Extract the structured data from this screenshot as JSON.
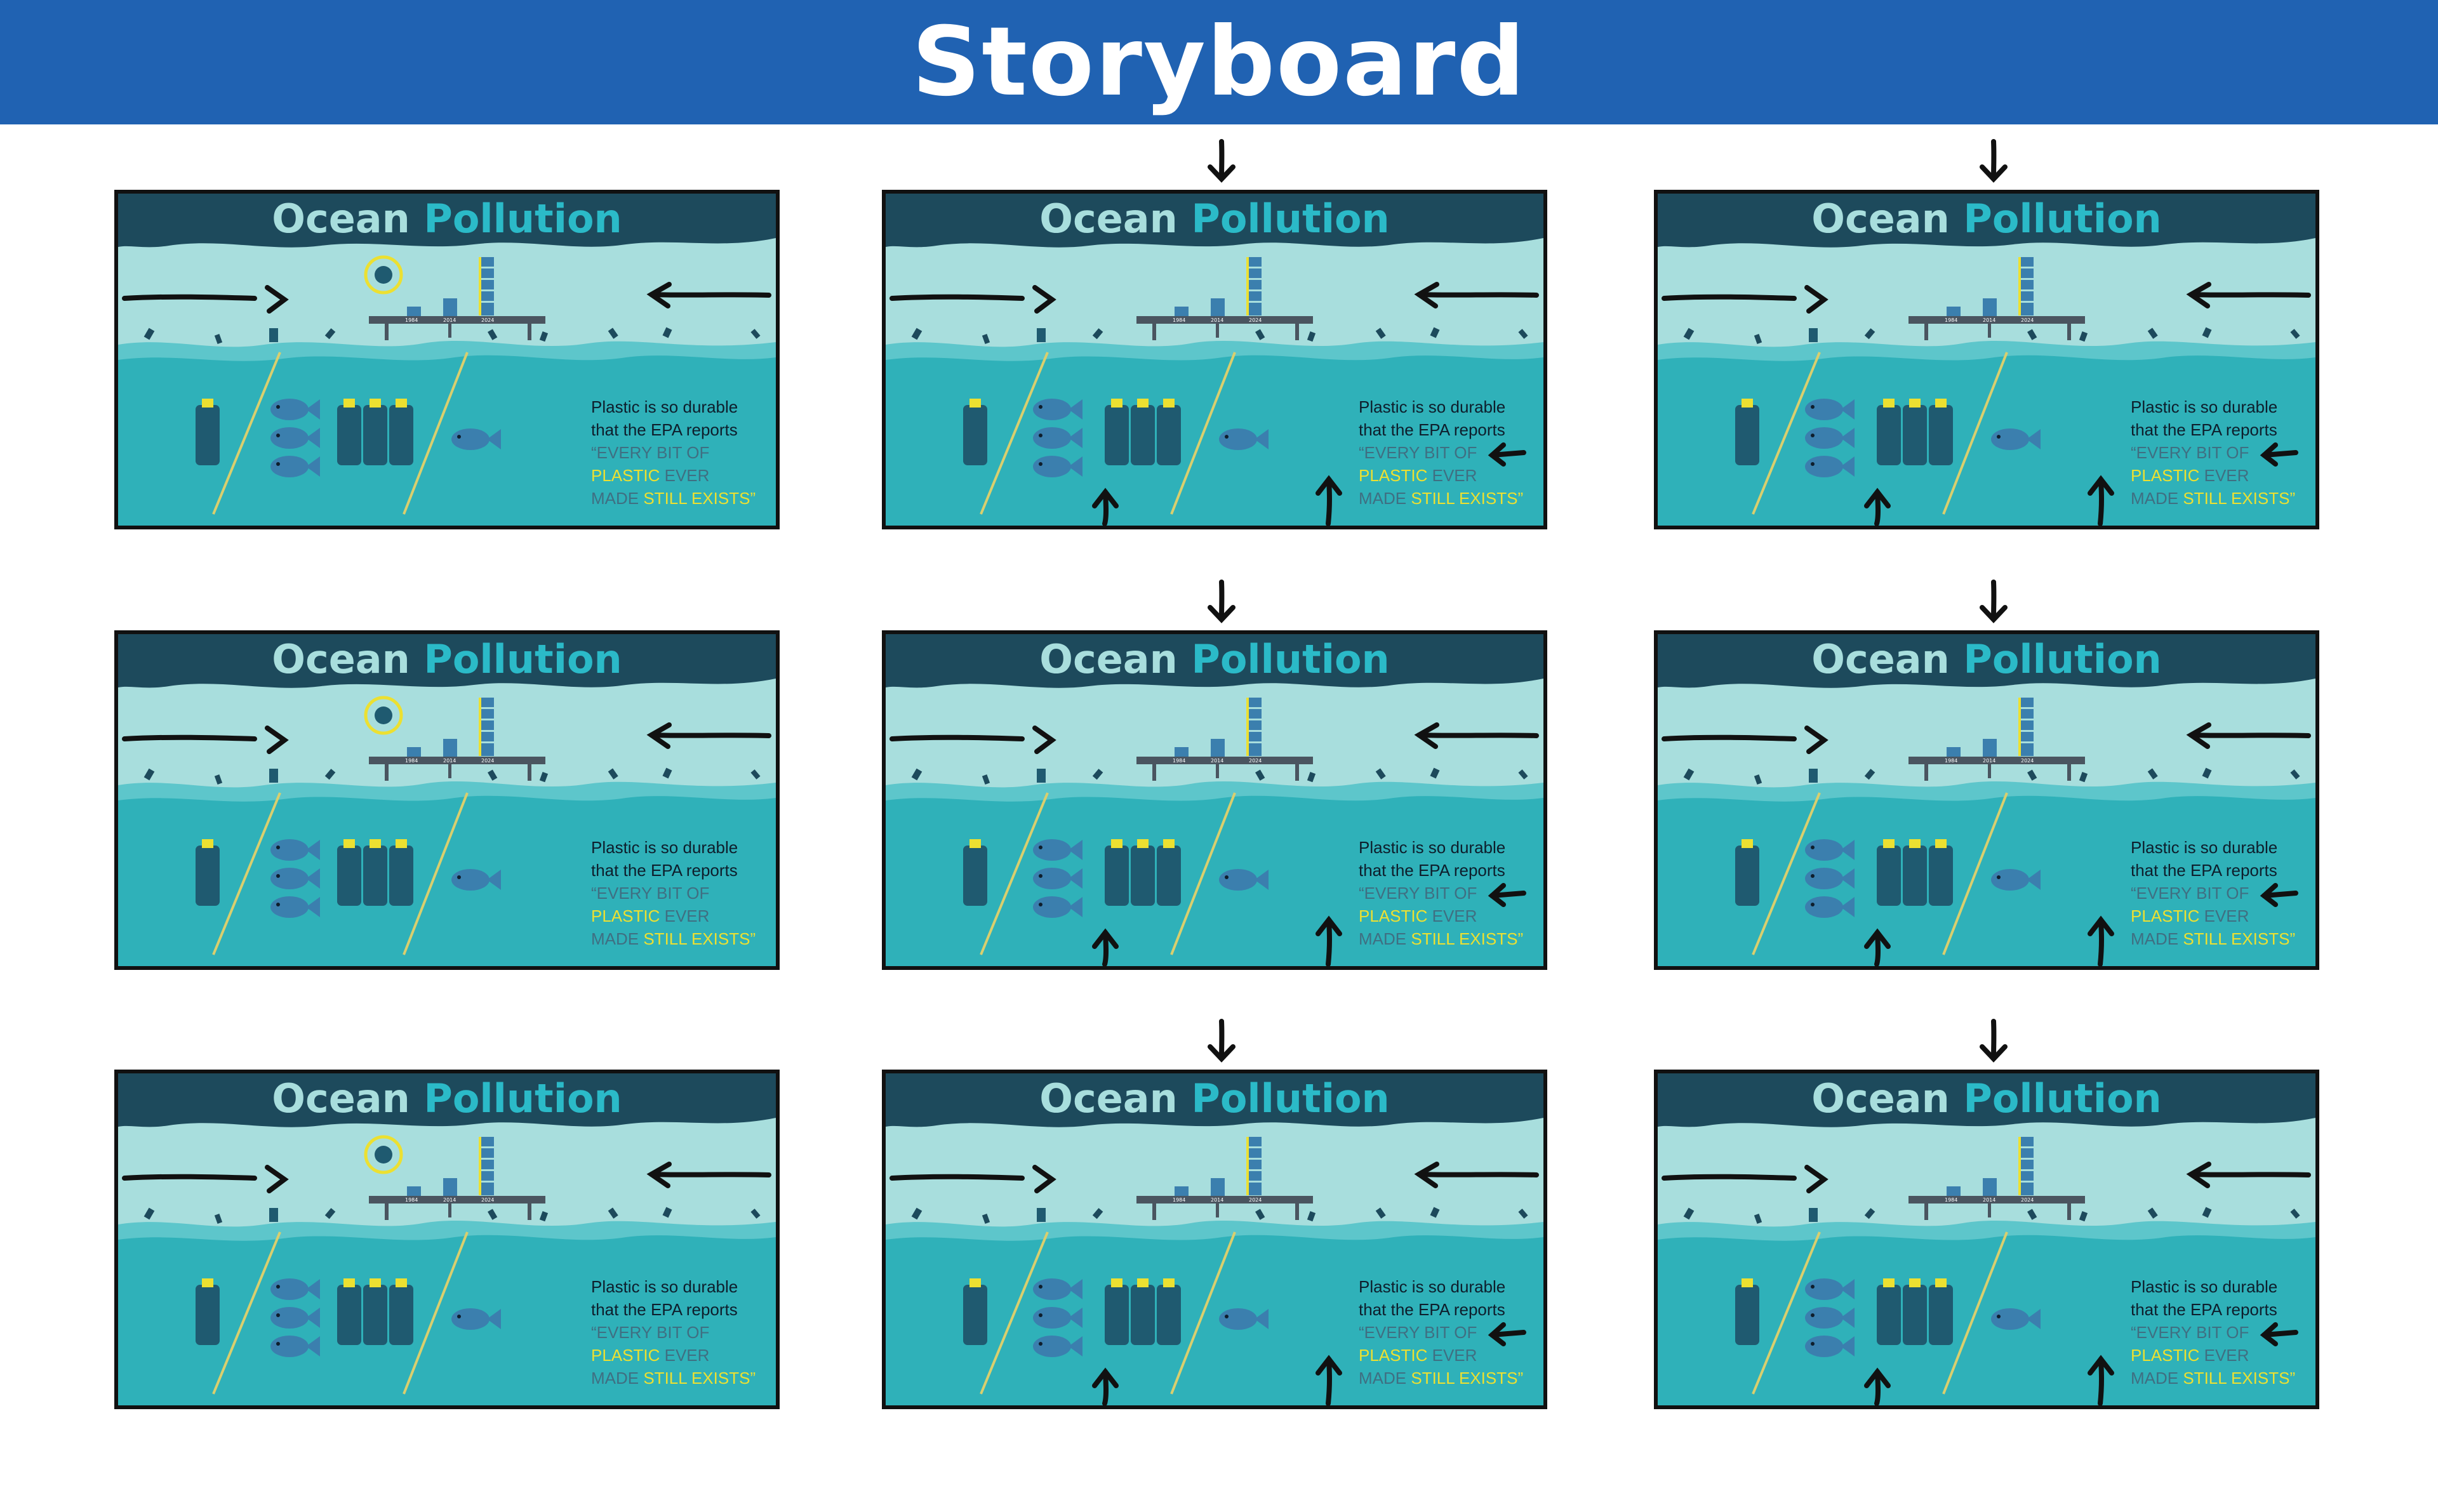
{
  "header": {
    "title": "Storyboard"
  },
  "colors": {
    "header_bg": "#2062b2",
    "sky": "#a8dedd",
    "deep_water": "#2fb1b9",
    "top_wave": "#1d4a5c",
    "bottle": "#1f5a70",
    "fish": "#3b7fae",
    "accent_yellow": "#ece031",
    "arrow": "#111111"
  },
  "panels": [
    {
      "title_word1": "Ocean",
      "title_word2": "Pollution",
      "line1": "Plastic is so durable",
      "line2": "that the EPA reports",
      "q1": "“EVERY BIT OF",
      "q2a": "PLASTIC",
      "q2b": " EVER",
      "q3a": "MADE ",
      "q3b": "STILL EXISTS”",
      "timeline": [
        "1984",
        "2014",
        "2024"
      ]
    },
    {
      "title_word1": "Ocean",
      "title_word2": "Pollution",
      "line1": "Plastic is so durable",
      "line2": "that the EPA reports",
      "q1": "“EVERY BIT OF",
      "q2a": "PLASTIC",
      "q2b": " EVER",
      "q3a": "MADE ",
      "q3b": "STILL EXISTS”",
      "timeline": [
        "1984",
        "2014",
        "2024"
      ]
    },
    {
      "title_word1": "Ocean",
      "title_word2": "Pollution",
      "line1": "Plastic is so durable",
      "line2": "that the EPA reports",
      "q1": "“EVERY BIT OF",
      "q2a": "PLASTIC",
      "q2b": " EVER",
      "q3a": "MADE ",
      "q3b": "STILL EXISTS”",
      "timeline": [
        "1984",
        "2014",
        "2024"
      ]
    },
    {
      "title_word1": "Ocean",
      "title_word2": "Pollution",
      "line1": "Plastic is so durable",
      "line2": "that the EPA reports",
      "q1": "“EVERY BIT OF",
      "q2a": "PLASTIC",
      "q2b": " EVER",
      "q3a": "MADE ",
      "q3b": "STILL EXISTS”",
      "timeline": [
        "1984",
        "2014",
        "2024"
      ]
    },
    {
      "title_word1": "Ocean",
      "title_word2": "Pollution",
      "line1": "Plastic is so durable",
      "line2": "that the EPA reports",
      "q1": "“EVERY BIT OF",
      "q2a": "PLASTIC",
      "q2b": " EVER",
      "q3a": "MADE ",
      "q3b": "STILL EXISTS”",
      "timeline": [
        "1984",
        "2014",
        "2024"
      ]
    },
    {
      "title_word1": "Ocean",
      "title_word2": "Pollution",
      "line1": "Plastic is so durable",
      "line2": "that the EPA reports",
      "q1": "“EVERY BIT OF",
      "q2a": "PLASTIC",
      "q2b": " EVER",
      "q3a": "MADE ",
      "q3b": "STILL EXISTS”",
      "timeline": [
        "1984",
        "2014",
        "2024"
      ]
    },
    {
      "title_word1": "Ocean",
      "title_word2": "Pollution",
      "line1": "Plastic is so durable",
      "line2": "that the EPA reports",
      "q1": "“EVERY BIT OF",
      "q2a": "PLASTIC",
      "q2b": " EVER",
      "q3a": "MADE ",
      "q3b": "STILL EXISTS”",
      "timeline": [
        "1984",
        "2014",
        "2024"
      ]
    },
    {
      "title_word1": "Ocean",
      "title_word2": "Pollution",
      "line1": "Plastic is so durable",
      "line2": "that the EPA reports",
      "q1": "“EVERY BIT OF",
      "q2a": "PLASTIC",
      "q2b": " EVER",
      "q3a": "MADE ",
      "q3b": "STILL EXISTS”",
      "timeline": [
        "1984",
        "2014",
        "2024"
      ]
    },
    {
      "title_word1": "Ocean",
      "title_word2": "Pollution",
      "line1": "Plastic is so durable",
      "line2": "that the EPA reports",
      "q1": "“EVERY BIT OF",
      "q2a": "PLASTIC",
      "q2b": " EVER",
      "q3a": "MADE ",
      "q3b": "STILL EXISTS”",
      "timeline": [
        "1984",
        "2014",
        "2024"
      ]
    }
  ]
}
